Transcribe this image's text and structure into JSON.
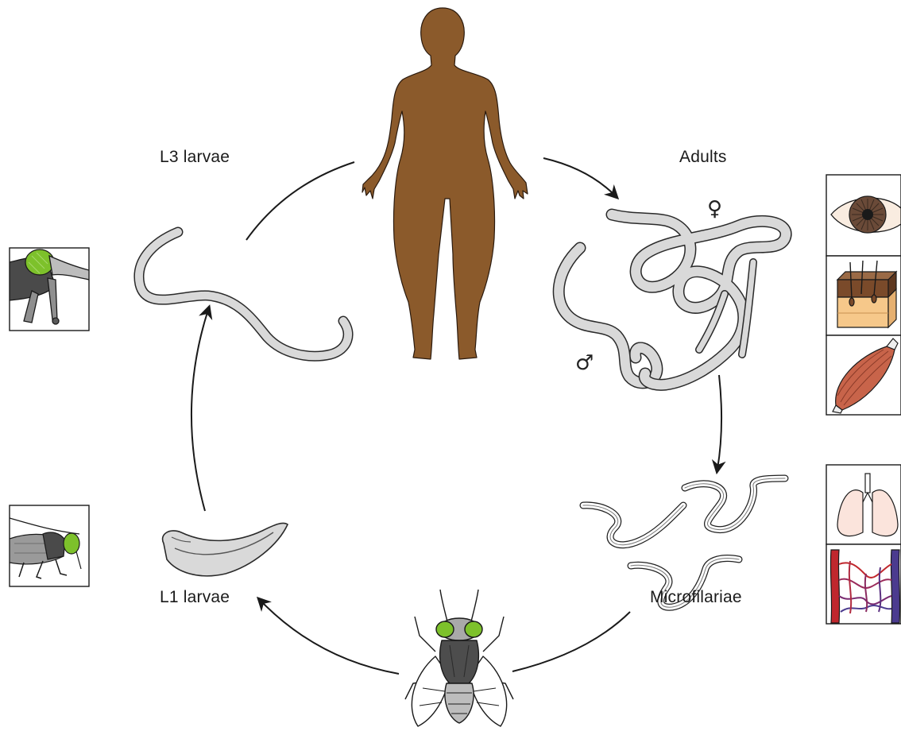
{
  "labels": {
    "l3_larvae": "L3 larvae",
    "adults": "Adults",
    "microfilariae": "Microfilariae",
    "l1_larvae": "L1 larvae"
  },
  "symbols": {
    "female": "♀",
    "male": "♂"
  },
  "icons": {
    "human": "human-silhouette-icon",
    "fly": "fly-icon",
    "eye": "eye-icon",
    "skin": "skin-tissue-icon",
    "muscle": "muscle-icon",
    "lungs": "lungs-icon",
    "blood_vessels": "blood-vessels-icon",
    "fly_head_top": "fly-head-icon",
    "fly_side": "fly-side-icon"
  },
  "colors": {
    "human_skin": "#8b5a2b",
    "worm_fill": "#d9d9d9",
    "fly_eye": "#7dc12b",
    "muscle": "#c8644a",
    "skin_top": "#7a4a2a",
    "skin_bottom": "#f6c88a",
    "artery": "#c0272d",
    "vein": "#4b3b8f",
    "lung": "#fbe4dc"
  }
}
